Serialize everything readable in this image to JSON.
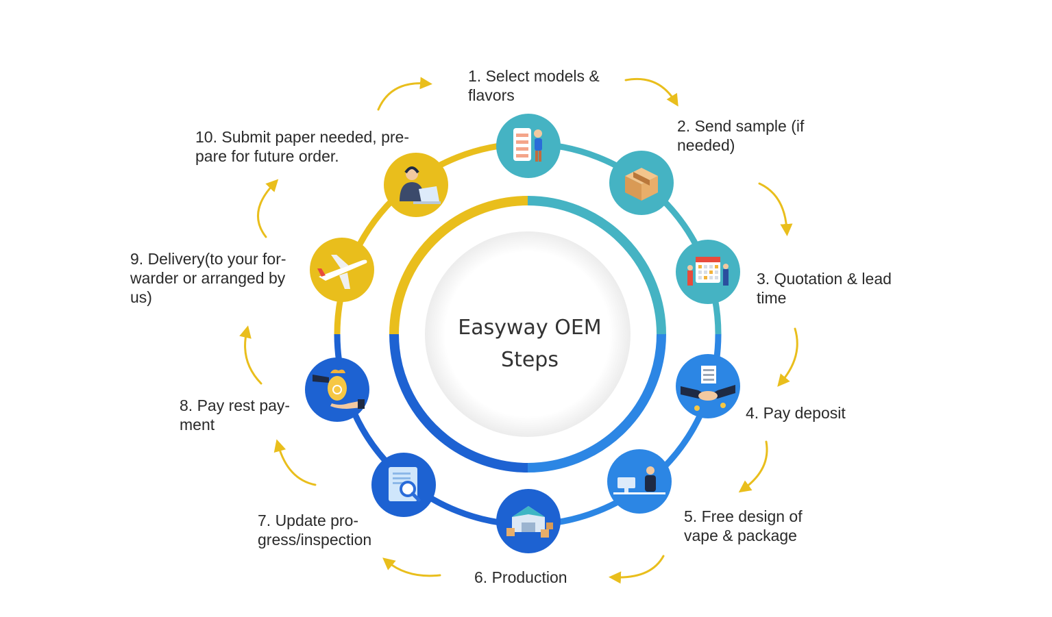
{
  "title_lines": [
    "Easyway OEM",
    "Steps"
  ],
  "colors": {
    "yellow": "#E9BE1C",
    "teal": "#45B3C3",
    "blue": "#1D62D2",
    "blue_light": "#2C86E4",
    "arrow": "#E9BE1C"
  },
  "steps": [
    {
      "lines": [
        "1. Select models &",
        "flavors"
      ],
      "icon": "phone-checklist-person-icon",
      "color": "#45B3C3"
    },
    {
      "lines": [
        "2. Send sample (if",
        "needed)"
      ],
      "icon": "cardboard-box-icon",
      "color": "#45B3C3"
    },
    {
      "lines": [
        "3. Quotation & lead",
        "time"
      ],
      "icon": "calendar-people-icon",
      "color": "#45B3C3"
    },
    {
      "lines": [
        "4. Pay deposit"
      ],
      "icon": "handshake-contract-icon",
      "color": "#2C86E4"
    },
    {
      "lines": [
        "5. Free design of",
        "vape & package"
      ],
      "icon": "designer-at-desk-icon",
      "color": "#2C86E4"
    },
    {
      "lines": [
        "6. Production"
      ],
      "icon": "factory-boxes-icon",
      "color": "#1D62D2"
    },
    {
      "lines": [
        "7. Update pro-",
        "gress/inspection"
      ],
      "icon": "document-magnifier-icon",
      "color": "#1D62D2"
    },
    {
      "lines": [
        "8.  Pay rest pay-",
        "ment"
      ],
      "icon": "money-bag-hand-icon",
      "color": "#1D62D2"
    },
    {
      "lines": [
        "9.  Delivery(to your for-",
        "warder or arranged by",
        "us)"
      ],
      "icon": "airplane-icon",
      "color": "#E9BE1C"
    },
    {
      "lines": [
        "10.  Submit paper needed, pre-",
        "pare for future order."
      ],
      "icon": "support-agent-laptop-icon",
      "color": "#E9BE1C"
    }
  ]
}
